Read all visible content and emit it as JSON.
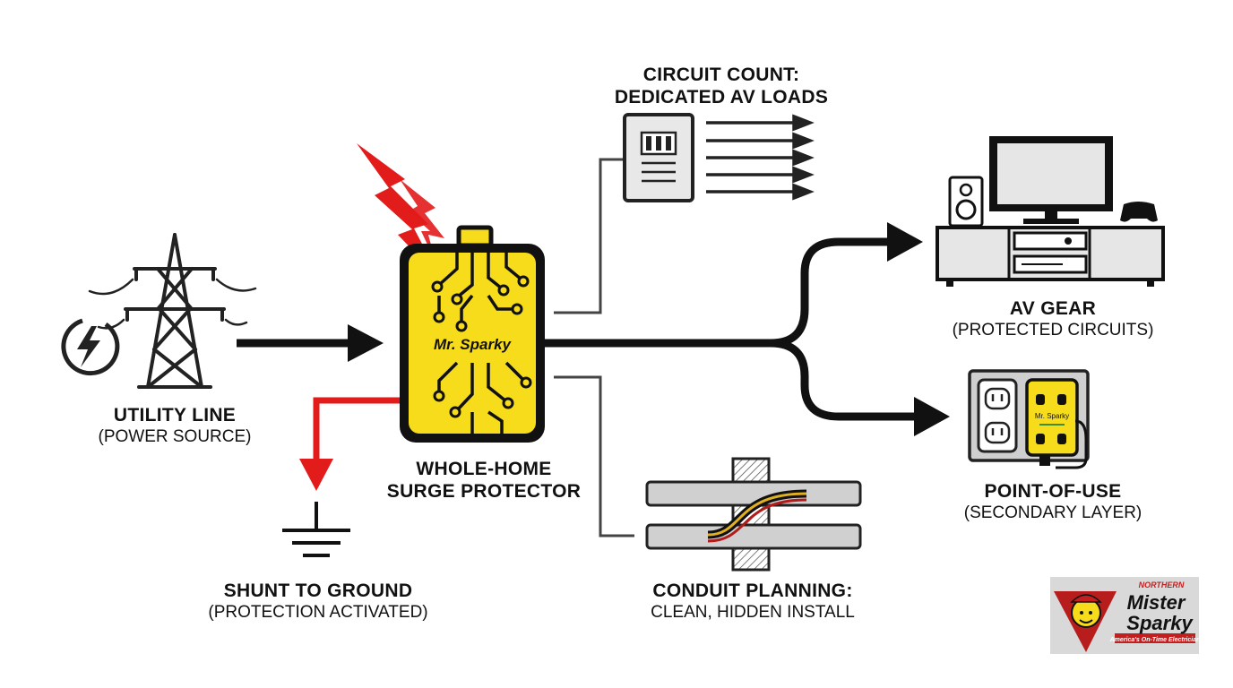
{
  "labels": {
    "utility": {
      "title": "UTILITY LINE",
      "subtitle": "(POWER SOURCE)"
    },
    "protector": {
      "title_line1": "WHOLE-HOME",
      "title_line2": "SURGE PROTECTOR",
      "brand": "Mr. Sparky"
    },
    "ground": {
      "title": "SHUNT TO GROUND",
      "subtitle": "(PROTECTION ACTIVATED)"
    },
    "circuit": {
      "title_line1": "CIRCUIT COUNT:",
      "title_line2": "DEDICATED AV LOADS"
    },
    "conduit": {
      "title": "CONDUIT PLANNING:",
      "subtitle": "CLEAN, HIDDEN INSTALL"
    },
    "av_gear": {
      "title": "AV GEAR",
      "subtitle": "(PROTECTED CIRCUITS)"
    },
    "point_of_use": {
      "title": "POINT-OF-USE",
      "subtitle": "(SECONDARY LAYER)",
      "device_text": "Mr. Sparky"
    }
  },
  "logo": {
    "top": "NORTHERN",
    "line1": "Mister",
    "line2": "Sparky",
    "tagline": "America's On-Time Electrician"
  },
  "colors": {
    "surge_red": "#e21b1b",
    "protector_yellow": "#f6dc1b",
    "line_black": "#111111",
    "gray": "#bdbdbd"
  },
  "icons": [
    "power-tower-icon",
    "lightning-circle-icon",
    "lightning-bolt-icon",
    "breaker-panel-icon",
    "tv-console-icon",
    "outlet-icon",
    "ground-symbol-icon",
    "conduit-icon"
  ]
}
